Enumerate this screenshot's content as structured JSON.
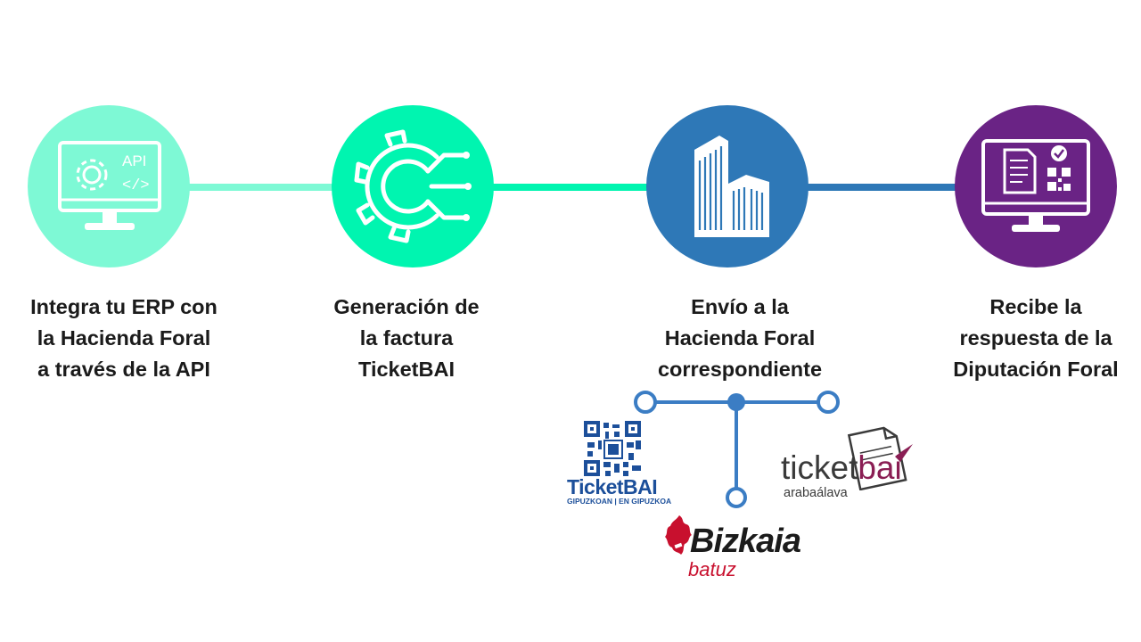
{
  "colors": {
    "step1": "#7ef9d5",
    "step2": "#00f5b0",
    "step3": "#2e78b7",
    "step4": "#6a2385",
    "link_1_2": "#7ef9d5",
    "link_2_3": "#00f5b0",
    "link_3_4": "#2e78b7",
    "branch": "#3b7dc4",
    "gipuzkoa_blue": "#1c4f9a",
    "bizkaia_red": "#c8102e",
    "araba_magenta": "#8a1e54"
  },
  "steps": [
    {
      "icon": "monitor-api-icon",
      "icon_text": "API",
      "code_text": "</>",
      "label_lines": [
        "Integra tu ERP con",
        "la Hacienda Foral",
        "a través de la API"
      ]
    },
    {
      "icon": "gear-circuit-icon",
      "label_lines": [
        "Generación de",
        "la factura",
        "TicketBAI"
      ]
    },
    {
      "icon": "buildings-icon",
      "label_lines": [
        "Envío a la",
        "Hacienda Foral",
        "correspondiente"
      ]
    },
    {
      "icon": "monitor-invoice-qr-icon",
      "label_lines": [
        "Recibe la",
        "respuesta de la",
        "Diputación Foral"
      ]
    }
  ],
  "logos": {
    "gipuzkoa": {
      "title": "TicketBAI",
      "subtitle": "GIPUZKOAN | EN GIPUZKOA"
    },
    "bizkaia": {
      "name": "Bizkaia",
      "subtitle": "batuz"
    },
    "araba": {
      "name_part1": "ticket",
      "name_part2": "bai",
      "subtitle": "arabaálava"
    }
  }
}
